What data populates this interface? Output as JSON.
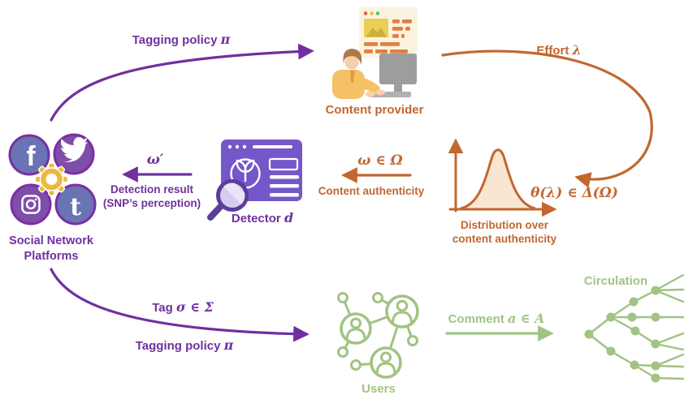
{
  "colors": {
    "purple": "#7030A0",
    "orange": "#C2672E",
    "green": "#A1C383",
    "dist-fill": "#F8E6D3",
    "detector-purple": "#7457C9",
    "magnifier-rim": "#5C3D99",
    "magnifier-lens": "#D7CCEE",
    "magnifier-shine": "#EAE4F8",
    "gear-yellow": "#EDB93D",
    "social-slate": "#6A74B4",
    "social-purple": "#7E4EA8",
    "social-border": "#7A2FA3",
    "window-cream": "#FBF3DF",
    "bar-orange": "#E08044",
    "image-yellow": "#E9CF55",
    "mountain-yellow": "#CBB03A",
    "dot-red": "#E85C50",
    "dot-yellow": "#EFB941",
    "dot-green": "#57BE7D",
    "monitor-gray": "#9D9D9D",
    "keyboard-gray": "#B0B0B0",
    "skin": "#F6CFAC",
    "shirt": "#F5C166",
    "hair": "#B07845",
    "tie-orange": "#E89A3C"
  },
  "labels": {
    "tagging_policy_top": {
      "text": "Tagging policy",
      "math": "π"
    },
    "content_provider": {
      "text": "Content provider"
    },
    "effort": {
      "text": "Effort",
      "math": "λ"
    },
    "theta": {
      "math": "θ(λ) ∈ Δ(Ω)"
    },
    "distribution": {
      "line1": "Distribution over",
      "line2": "content authenticity"
    },
    "omega_prime": {
      "math": "ω′"
    },
    "detection_result": {
      "line1": "Detection result",
      "line2": "(SNP’s perception)"
    },
    "detector": {
      "text": "Detector",
      "math": "d"
    },
    "omega": {
      "math": "ω ∈ Ω"
    },
    "content_authenticity": {
      "text": "Content authenticity"
    },
    "snp": {
      "line1": "Social Network",
      "line2": "Platforms"
    },
    "tag": {
      "text": "Tag",
      "math": "σ ∈ Σ"
    },
    "tagging_policy_bottom": {
      "text": "Tagging policy",
      "math": "π"
    },
    "users": {
      "text": "Users"
    },
    "comment": {
      "text": "Comment",
      "math": "a ∈ A"
    },
    "circulation": {
      "text": "Circulation"
    }
  },
  "icons": {
    "social-platforms-icon": "facebook, twitter, instagram and tumblr circles around a gear",
    "detector-icon": "purple scanner window with leaf and magnifying glass",
    "content-provider-icon": "person typing at computer with webpage",
    "users-icon": "network of user avatars",
    "distribution-icon": "bell curve over axes",
    "circulation-icon": "branching cascade tree"
  }
}
